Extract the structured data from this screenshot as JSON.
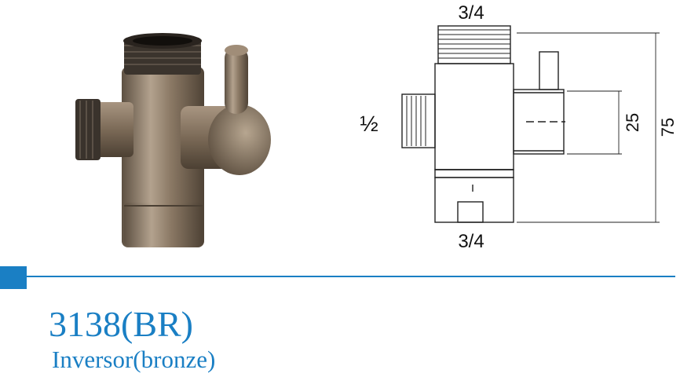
{
  "colors": {
    "accent": "#1a7fc4",
    "text_blue": "#1a7fc4",
    "bronze": "#8e7c68",
    "line": "#222222"
  },
  "drawing": {
    "dim_top": "3/4",
    "dim_bottom": "3/4",
    "dim_side": "½",
    "dim_inner_height": "25",
    "dim_total_height": "75"
  },
  "product": {
    "code": "3138(BR)",
    "name": "Inversor(bronze)"
  },
  "icons": {
    "photo": "bronze-diverter-valve-photo",
    "drawing": "technical-drawing-diverter"
  }
}
